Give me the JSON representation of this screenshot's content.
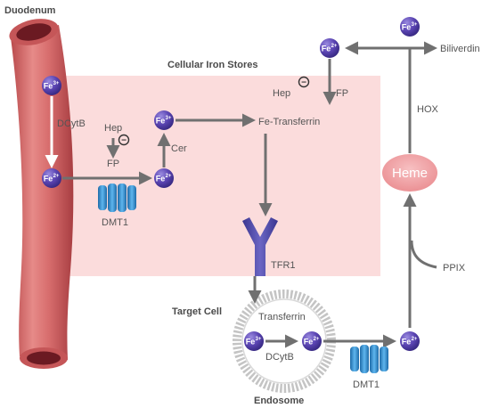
{
  "labels": {
    "duodenum": "Duodenum",
    "cellular_iron_stores": "Cellular Iron Stores",
    "target_cell": "Target Cell",
    "endosome": "Endosome",
    "dcytb_vessel": "DCytB",
    "hep_left": "Hep",
    "fp_left": "FP",
    "cer": "Cer",
    "fe_transferrin": "Fe-Transferrin",
    "hep_top": "Hep",
    "fp_top": "FP",
    "hox": "HOX",
    "biliverdin": "Biliverdin",
    "heme": "Heme",
    "dmt1_left": "DMT1",
    "tfr1": "TFR1",
    "transferrin": "Transferrin",
    "dcytb_endosome": "DCytB",
    "dmt1_right": "DMT1",
    "ppix": "PPIX"
  },
  "ions": {
    "fe3_symbol": "Fe",
    "fe3_charge": "3+",
    "fe2_symbol": "Fe",
    "fe2_charge": "2+"
  },
  "symbols": {
    "inhibition": "−"
  },
  "colors": {
    "vessel": "#d9706f",
    "vessel_dark": "#b94a4c",
    "vessel_lumen": "#6b1a22",
    "stores_bg": "#fbdcdc",
    "ion_fill": "#5b45b3",
    "arrow": "#707070",
    "heme_fill": "#f2a3a6",
    "dmt1": "#2b86c8",
    "tfr1": "#4d47a8",
    "endosome_ring": "#c8c8c8"
  }
}
